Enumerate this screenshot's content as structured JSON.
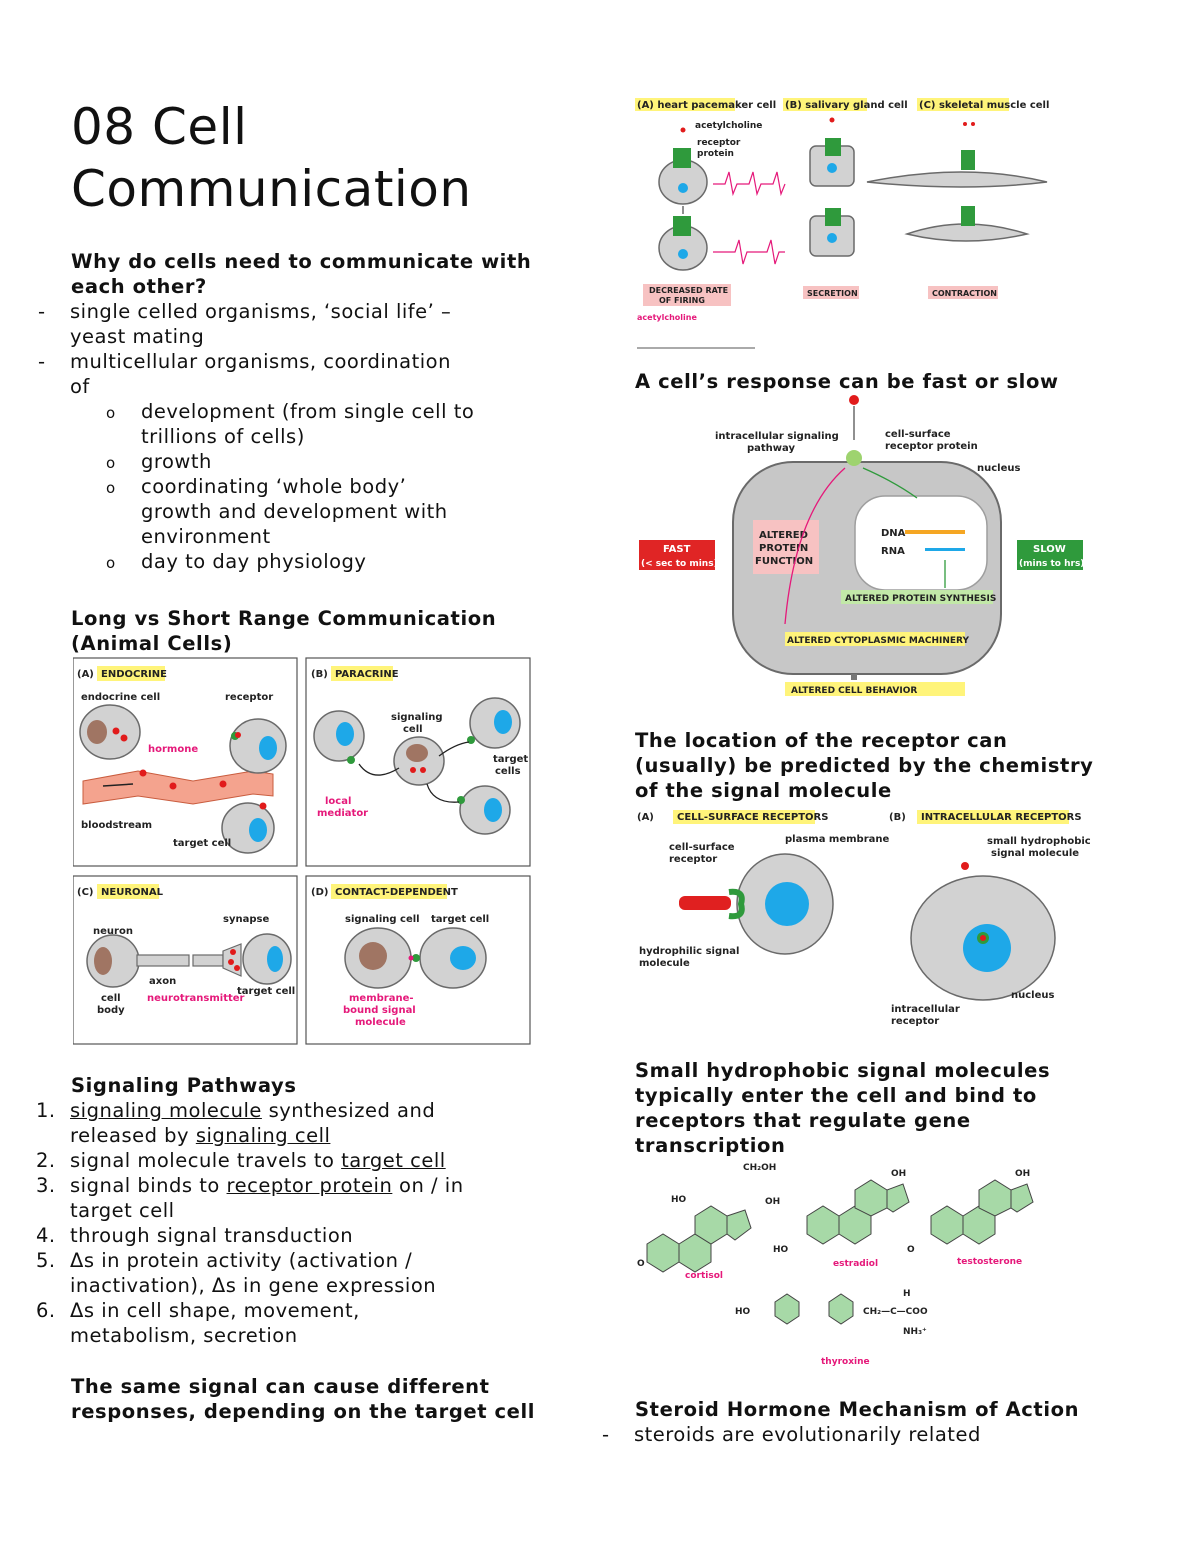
{
  "title_line1": "08 Cell",
  "title_line2": "Communication",
  "why": {
    "heading_l1": "Why do cells need to communicate with",
    "heading_l2": "each other?",
    "bullet1_l1": "single celled organisms, ‘social life’ –",
    "bullet1_l2": "yeast mating",
    "bullet2_l1": "multicellular organisms, coordination",
    "bullet2_l2": "of",
    "sub1_l1": "development (from single cell to",
    "sub1_l2": "trillions of cells)",
    "sub2": "growth",
    "sub3_l1": "coordinating ‘whole body’",
    "sub3_l2": "growth and development with",
    "sub3_l3": "environment",
    "sub4": "day to day physiology"
  },
  "range": {
    "heading_l1": "Long vs Short Range Communication",
    "heading_l2": "(Animal Cells)",
    "fig": {
      "a_tag": "(A)",
      "a_title": "ENDOCRINE",
      "endocrine_cell": "endocrine cell",
      "receptor": "receptor",
      "hormone": "hormone",
      "bloodstream": "bloodstream",
      "target_cell": "target cell",
      "b_tag": "(B)",
      "b_title": "PARACRINE",
      "signaling": "signaling",
      "cell": "cell",
      "target": "target",
      "cells": "cells",
      "local": "local",
      "mediator": "mediator",
      "c_tag": "(C)",
      "c_title": "NEURONAL",
      "neuron": "neuron",
      "synapse": "synapse",
      "axon": "axon",
      "cell_w": "cell",
      "body": "body",
      "neurotransmitter": "neurotransmitter",
      "target_cell_c": "target cell",
      "d_tag": "(D)",
      "d_title": "CONTACT-DEPENDENT",
      "signaling_cell": "signaling cell",
      "target_cell_d": "target cell",
      "membrane": "membrane-",
      "bound_signal": "bound signal",
      "molecule": "molecule"
    }
  },
  "pathways": {
    "heading": "Signaling Pathways",
    "item1_n": "1.",
    "item1_a": "signaling molecule",
    "item1_b": " synthesized and",
    "item1_c": "released by ",
    "item1_d": "signaling cell",
    "item2_n": "2.",
    "item2_a": "signal molecule travels to ",
    "item2_b": "target cell",
    "item3_n": "3.",
    "item3_a": "signal binds to ",
    "item3_b": "receptor protein",
    "item3_c": " on / in",
    "item3_d": "target cell",
    "item4_n": "4.",
    "item4": "through signal transduction",
    "item5_n": "5.",
    "item5_a": "Δs in protein activity (activation /",
    "item5_b": "inactivation), Δs in gene expression",
    "item6_n": "6.",
    "item6_a": "Δs in cell shape, movement,",
    "item6_b": "metabolism, secretion"
  },
  "same_signal": {
    "l1": "The same signal can cause different",
    "l2": "responses, depending on the target cell"
  },
  "acetyl_fig": {
    "a": "(A) heart pacemaker cell",
    "b": "(B) salivary gland cell",
    "c": "(C) skeletal muscle cell",
    "acetylcholine": "acetylcholine",
    "receptor": "receptor",
    "protein": "protein",
    "dec1": "DECREASED RATE",
    "dec2": "OF FIRING",
    "secretion": "SECRETION",
    "contraction": "CONTRACTION",
    "acetylcholine2": "acetylcholine"
  },
  "fast_slow": {
    "heading": "A cell’s response can be fast or slow",
    "intracellular1": "intracellular signaling",
    "intracellular2": "pathway",
    "surface1": "cell-surface",
    "surface2": "receptor protein",
    "nucleus": "nucleus",
    "fast": "FAST",
    "fast_sub": "(< sec to mins)",
    "slow": "SLOW",
    "slow_sub": "(mins to hrs)",
    "altered1": "ALTERED",
    "altered2": "PROTEIN",
    "altered3": "FUNCTION",
    "dna": "DNA",
    "rna": "RNA",
    "synthesis": "ALTERED PROTEIN SYNTHESIS",
    "cyto": "ALTERED CYTOPLASMIC MACHINERY",
    "behavior": "ALTERED CELL BEHAVIOR"
  },
  "location": {
    "l1": "The location of the receptor can",
    "l2": "(usually) be predicted by the chemistry",
    "l3": "of the signal molecule",
    "a_tag": "(A)",
    "a_title": "CELL-SURFACE RECEPTORS",
    "b_tag": "(B)",
    "b_title": "INTRACELLULAR RECEPTORS",
    "plasma": "plasma membrane",
    "csr1": "cell-surface",
    "csr2": "receptor",
    "hydrophilic1": "hydrophilic signal",
    "hydrophilic2": "molecule",
    "small1": "small hydrophobic",
    "small2": "signal molecule",
    "nucleus": "nucleus",
    "intra1": "intracellular",
    "intra2": "receptor"
  },
  "hydrophobic": {
    "l1": "Small hydrophobic signal molecules",
    "l2": "typically enter the cell and bind to",
    "l3": "receptors that regulate gene",
    "l4": "transcription",
    "cortisol": "cortisol",
    "estradiol": "estradiol",
    "testosterone": "testosterone",
    "thyroxine": "thyroxine"
  },
  "steroid": {
    "heading": "Steroid Hormone Mechanism of Action",
    "bullet": "steroids are evolutionarily related"
  }
}
